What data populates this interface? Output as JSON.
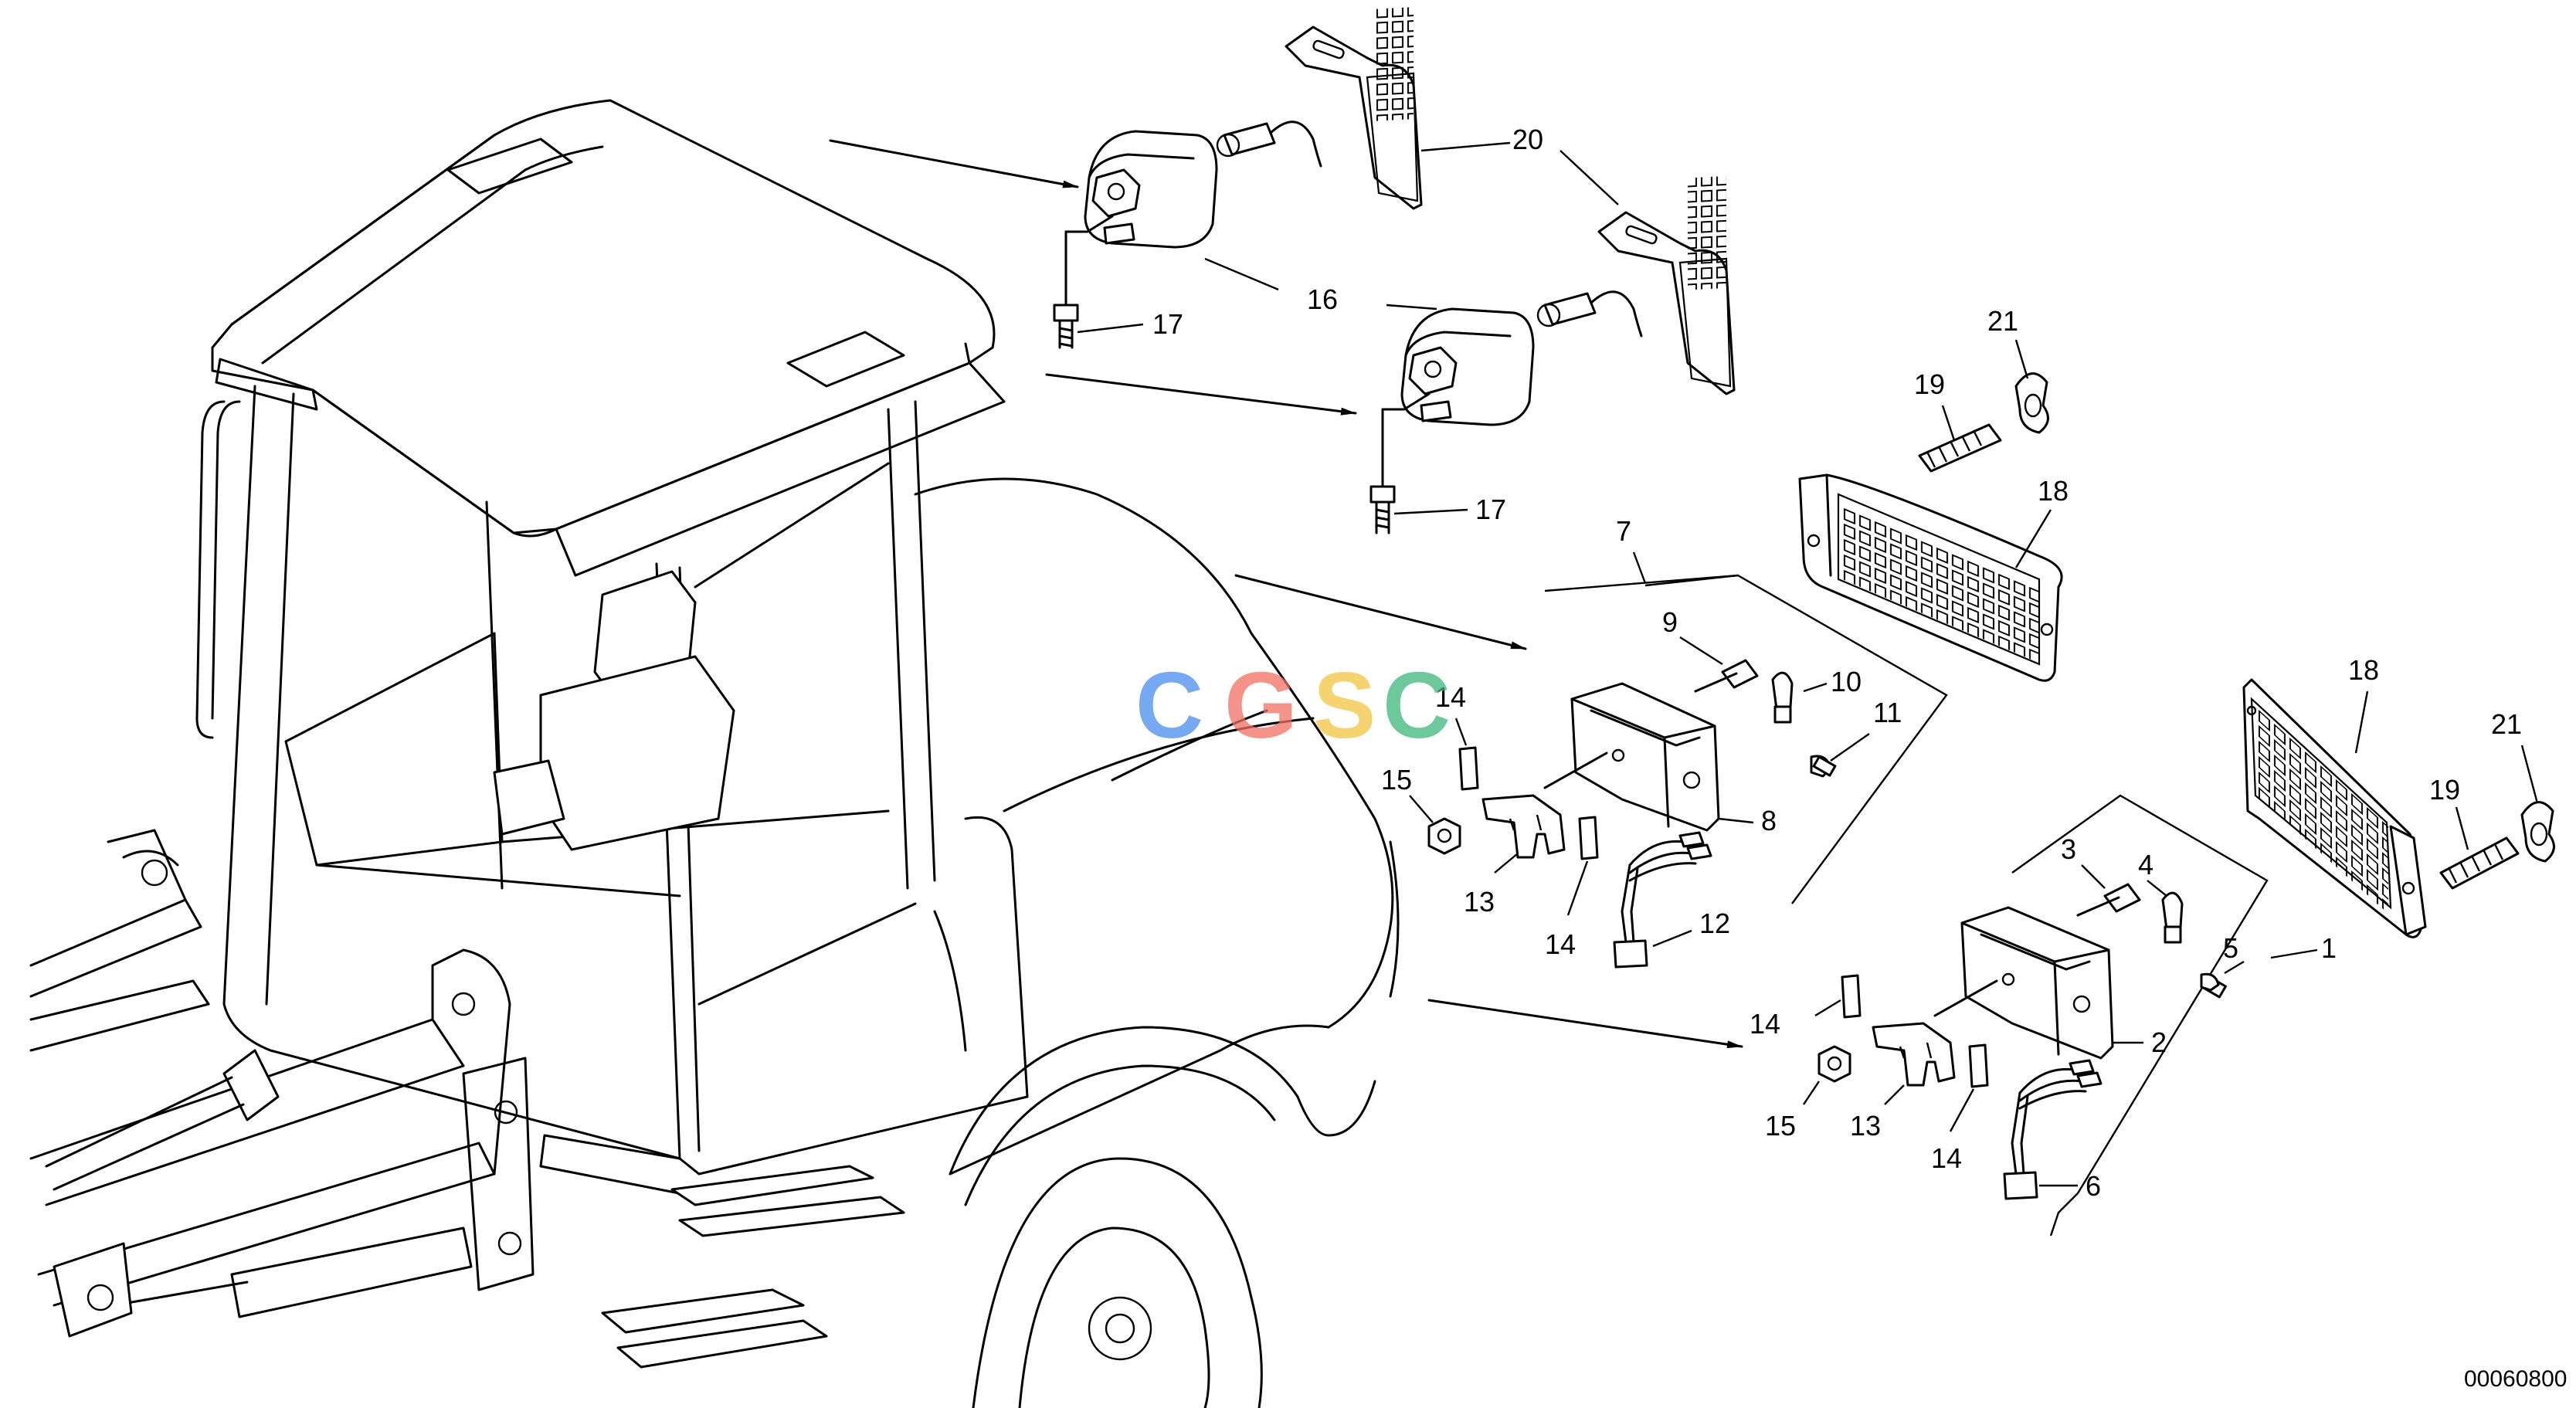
{
  "drawing_code": "00060800",
  "watermark": {
    "letters": [
      {
        "char": "C",
        "color": "#4a8df0"
      },
      {
        "char": "G",
        "color": "#ef6f63"
      },
      {
        "char": "S",
        "color": "#f4c542"
      },
      {
        "char": "C",
        "color": "#3db87a"
      }
    ]
  },
  "callouts": [
    "1",
    "2",
    "3",
    "4",
    "5",
    "6",
    "7",
    "8",
    "9",
    "10",
    "11",
    "12",
    "13",
    "14",
    "15",
    "16",
    "17",
    "18",
    "19",
    "20",
    "21"
  ]
}
